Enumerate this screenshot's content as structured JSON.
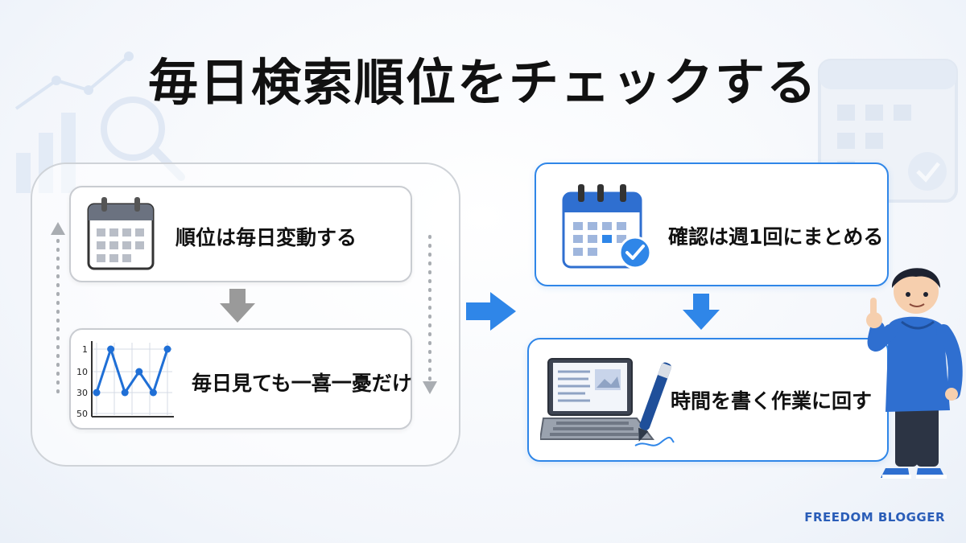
{
  "title": "毎日検索順位をチェックする",
  "left_steps": {
    "step1": {
      "label": "順位は毎日変動する",
      "icon": "calendar-icon"
    },
    "step2": {
      "label": "毎日見ても一喜一憂だけ",
      "icon": "ranking-line-chart-icon"
    }
  },
  "right_steps": {
    "step1": {
      "label": "確認は週1回にまとめる",
      "icon": "calendar-check-icon"
    },
    "step2": {
      "label": "時間を書く作業に回す",
      "icon": "laptop-pen-icon"
    }
  },
  "mini_chart": {
    "y_ticks": [
      "1",
      "10",
      "30",
      "50"
    ],
    "values": [
      30,
      1,
      30,
      10,
      30,
      1
    ]
  },
  "brand": "FREEDOM BLOGGER",
  "colors": {
    "accent": "#2f86e8",
    "arrow_grey": "#9a9a9a",
    "text": "#111111",
    "brand": "#2a5db8"
  }
}
